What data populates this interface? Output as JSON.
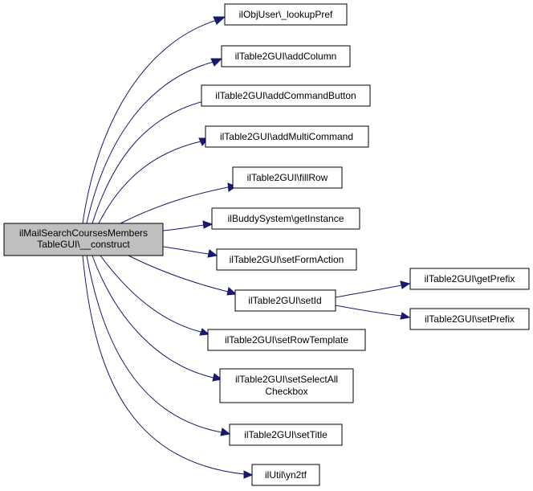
{
  "diagram": {
    "root": {
      "line1": "ilMailSearchCoursesMembers",
      "line2": "TableGUI\\__construct"
    },
    "callees": [
      {
        "id": "lookuppref",
        "label": "ilObjUser\\_lookupPref"
      },
      {
        "id": "addcolumn",
        "label": "ilTable2GUI\\addColumn"
      },
      {
        "id": "addcommandbutton",
        "label": "ilTable2GUI\\addCommandButton"
      },
      {
        "id": "addmulticommand",
        "label": "ilTable2GUI\\addMultiCommand"
      },
      {
        "id": "fillrow",
        "label": "ilTable2GUI\\fillRow"
      },
      {
        "id": "getinstance",
        "label": "ilBuddySystem\\getInstance"
      },
      {
        "id": "setformaction",
        "label": "ilTable2GUI\\setFormAction"
      },
      {
        "id": "setid",
        "label": "ilTable2GUI\\setId"
      },
      {
        "id": "setrowtemplate",
        "label": "ilTable2GUI\\setRowTemplate"
      },
      {
        "id": "setselectall",
        "label": "ilTable2GUI\\setSelectAll",
        "label2": "Checkbox"
      },
      {
        "id": "settitle",
        "label": "ilTable2GUI\\setTitle"
      },
      {
        "id": "yn2tf",
        "label": "ilUtil\\yn2tf"
      }
    ],
    "secondary": [
      {
        "id": "getprefix",
        "label": "ilTable2GUI\\getPrefix"
      },
      {
        "id": "setprefix",
        "label": "ilTable2GUI\\setPrefix"
      }
    ]
  }
}
